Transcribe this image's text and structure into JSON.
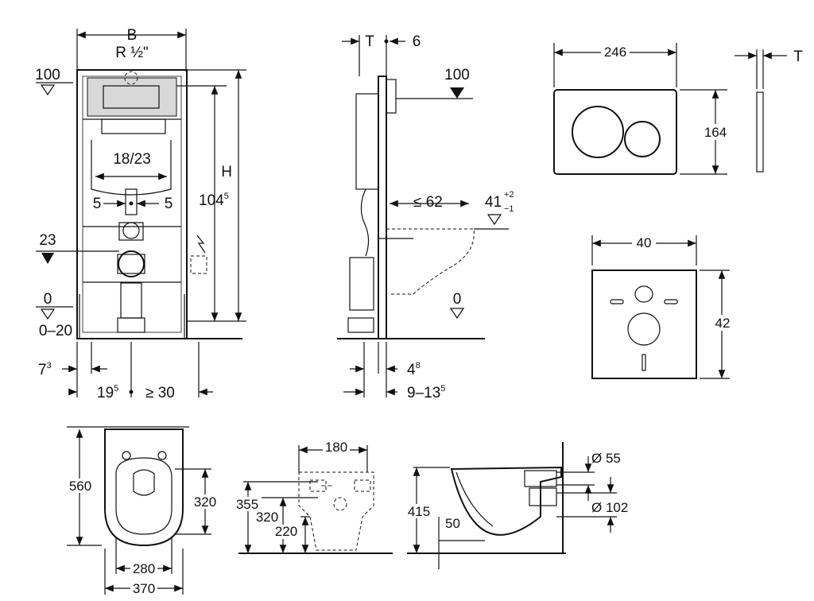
{
  "front_view": {
    "label_B": "B",
    "label_R": "R ½\"",
    "level_100": "100",
    "label_H": "H",
    "dim_104_main": "104",
    "dim_104_sup": "5",
    "dim_18_23": "18/23",
    "dim_5_left": "5",
    "dim_5_right": "5",
    "level_23": "23",
    "level_0": "0",
    "level_0_20": "0–20",
    "dim_7_main": "7",
    "dim_7_sup": "3",
    "dim_19_main": "19",
    "dim_19_sup": "5",
    "dim_ge30": "≥ 30"
  },
  "side_view": {
    "label_T": "T",
    "dim_6": "6",
    "level_100": "100",
    "dim_le62": "≤ 62",
    "dim_41": "41",
    "tol_plus": "+2",
    "tol_minus": "−1",
    "level_0": "0",
    "dim_4_main": "4",
    "dim_4_sup": "8",
    "dim_9_13_main": "9–13",
    "dim_9_13_sup": "5"
  },
  "flush_plate": {
    "width": "246",
    "height": "164",
    "label_T": "T"
  },
  "sound_plate": {
    "width": "40",
    "height": "42"
  },
  "bowl_top": {
    "length": "560",
    "inner_length": "320",
    "inner_width": "280",
    "width": "370"
  },
  "bowl_back": {
    "width": "180",
    "h355": "355",
    "h320": "320",
    "h220": "220"
  },
  "bowl_side": {
    "height": "415",
    "dim_50": "50",
    "dia_55": "Ø 55",
    "dia_102": "Ø 102"
  }
}
